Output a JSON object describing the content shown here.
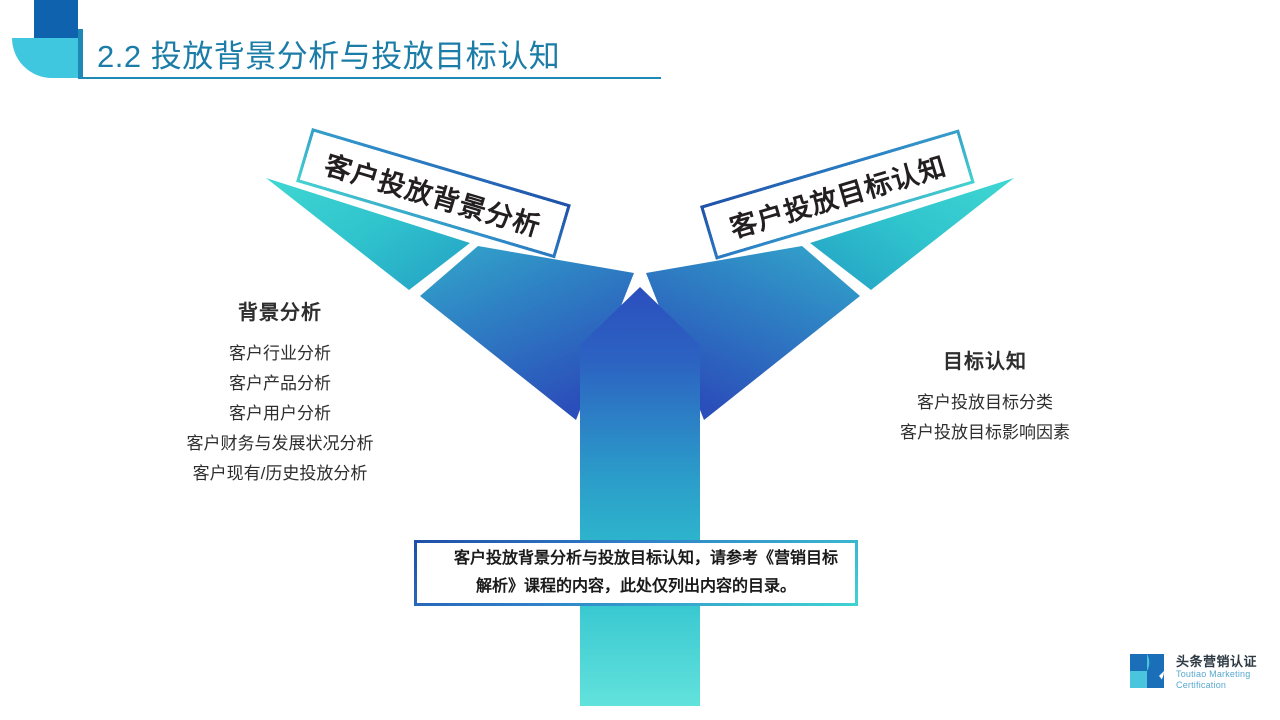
{
  "slide": {
    "title": "2.2 投放背景分析与投放目标认知",
    "background_color": "#FFFFFF"
  },
  "decoration": {
    "corner_top_color": "#0F62AE",
    "corner_bottom_color": "#3FC7E0",
    "title_accent_color": "#1E88B6"
  },
  "banners": {
    "left": {
      "label": "客户投放背景分析",
      "border_gradient_from": "#1F4FA8",
      "border_gradient_to": "#45D3D0"
    },
    "right": {
      "label": "客户投放目标认知",
      "border_gradient_from": "#1F4FA8",
      "border_gradient_to": "#45D3D0"
    }
  },
  "columns": {
    "left": {
      "title": "背景分析",
      "items": [
        "客户行业分析",
        "客户产品分析",
        "客户用户分析",
        "客户财务与发展状况分析",
        "客户现有/历史投放分析"
      ]
    },
    "right": {
      "title": "目标认知",
      "items": [
        "客户投放目标分类",
        "客户投放目标影响因素"
      ]
    }
  },
  "callout": {
    "text": "客户投放背景分析与投放目标认知，请参考《营销目标解析》课程的内容，此处仅列出内容的目录。"
  },
  "diagram": {
    "type": "y-arrow-trident",
    "stem_gradient_top": "#2B4FBE",
    "stem_gradient_bottom": "#62E2DC",
    "arm_shaft_gradient_from": "#2F79C2",
    "arm_shaft_gradient_to": "#2C50B4",
    "arrow_head_gradient_from": "#3FD3D2",
    "arrow_head_gradient_to": "#2AA9C6"
  },
  "logo": {
    "name_cn": "头条营销认证",
    "name_en_line1": "Toutiao Marketing",
    "name_en_line2": "Certification",
    "mark_dark": "#1B6FB8",
    "mark_light": "#49C6DE"
  }
}
